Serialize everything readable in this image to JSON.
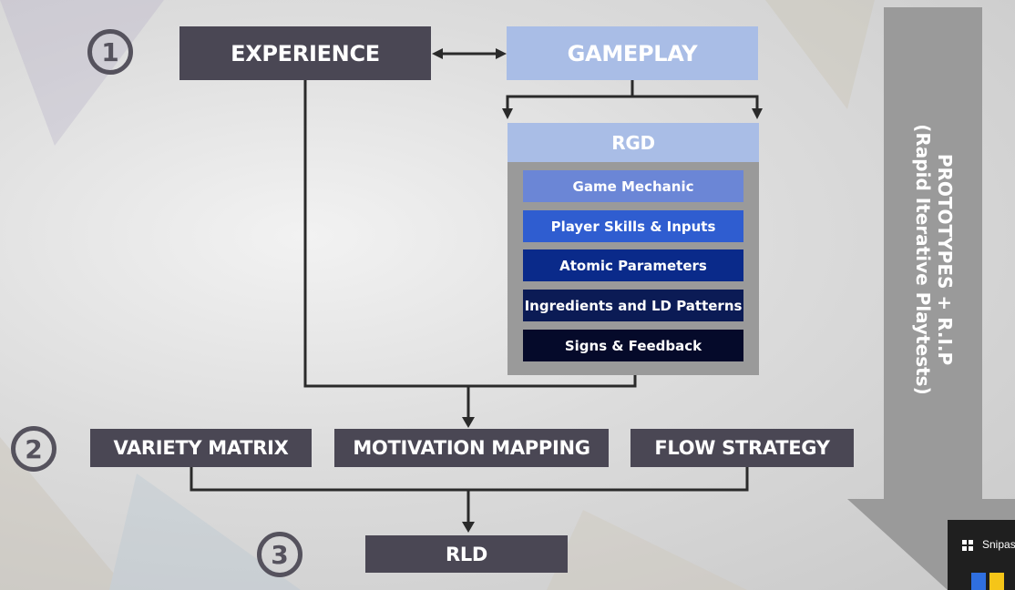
{
  "steps": {
    "one": "1",
    "two": "2",
    "three": "3"
  },
  "top": {
    "experience": "EXPERIENCE",
    "gameplay": "GAMEPLAY"
  },
  "rgd": {
    "title": "RGD",
    "items": [
      {
        "label": "Game Mechanic",
        "color": "#6b86d6"
      },
      {
        "label": "Player Skills & Inputs",
        "color": "#2f5dd0"
      },
      {
        "label": "Atomic Parameters",
        "color": "#0a2a8a"
      },
      {
        "label": "Ingredients and LD Patterns",
        "color": "#0b1b55"
      },
      {
        "label": "Signs & Feedback",
        "color": "#050a2a"
      }
    ]
  },
  "middle": {
    "variety": "VARIETY MATRIX",
    "motivation": "MOTIVATION MAPPING",
    "flow": "FLOW STRATEGY"
  },
  "bottom": {
    "rld": "RLD"
  },
  "side": {
    "line1": "PROTOTYPES + R.I.P",
    "line2": "(Rapid Iterative Playtests)"
  },
  "taskbar": {
    "app_label": "Snipas"
  },
  "colors": {
    "dark_box": "#4a4754",
    "light_box": "#a9bde6",
    "arrow_bar": "#9a9a9a"
  }
}
